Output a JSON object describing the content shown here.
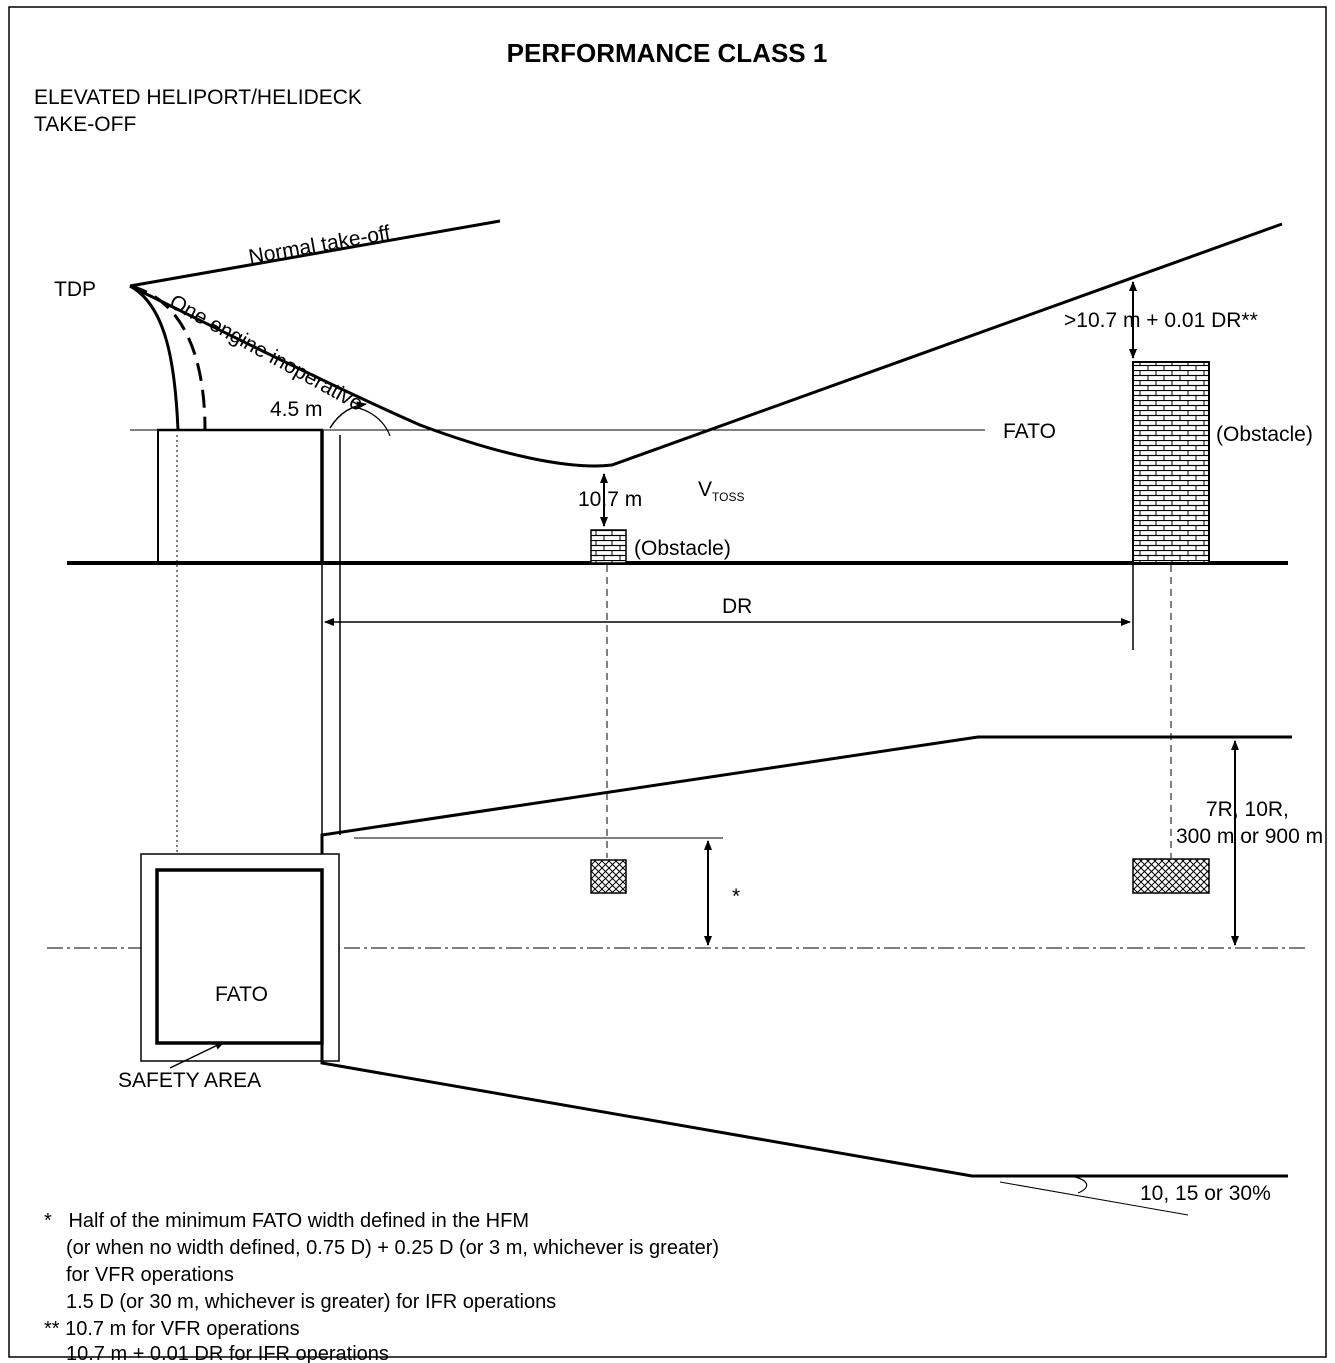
{
  "title": "PERFORMANCE CLASS 1",
  "subtitle_line1": "ELEVATED HELIPORT/HELIDECK",
  "subtitle_line2": "TAKE-OFF",
  "labels": {
    "tdp": "TDP",
    "normal_takeoff": "Normal take-off",
    "one_engine": "One engine inoperative",
    "h45": "4.5 m",
    "fato_profile": "FATO",
    "clearance_near": "10.7 m",
    "vtoss_v": "V",
    "vtoss_sub": "TOSS",
    "obstacle_near": "(Obstacle)",
    "obstacle_far": "(Obstacle)",
    "clearance_far": ">10.7 m + 0.01 DR**",
    "dr": "DR",
    "width_1": "7R, 10R,",
    "width_2": "300 m or 900 m",
    "asterisk": "*",
    "fato_plan": "FATO",
    "safety_area": "SAFETY AREA",
    "splay": "10, 15 or 30%"
  },
  "notes": [
    "*   Half of the minimum FATO width defined in the HFM",
    "(or when no width defined, 0.75 D) + 0.25 D (or 3 m, whichever is greater)",
    "for VFR operations",
    "1.5 D (or 30 m, whichever is greater) for IFR operations",
    "** 10.7 m for VFR operations",
    "10.7 m + 0.01 DR for IFR operations"
  ]
}
